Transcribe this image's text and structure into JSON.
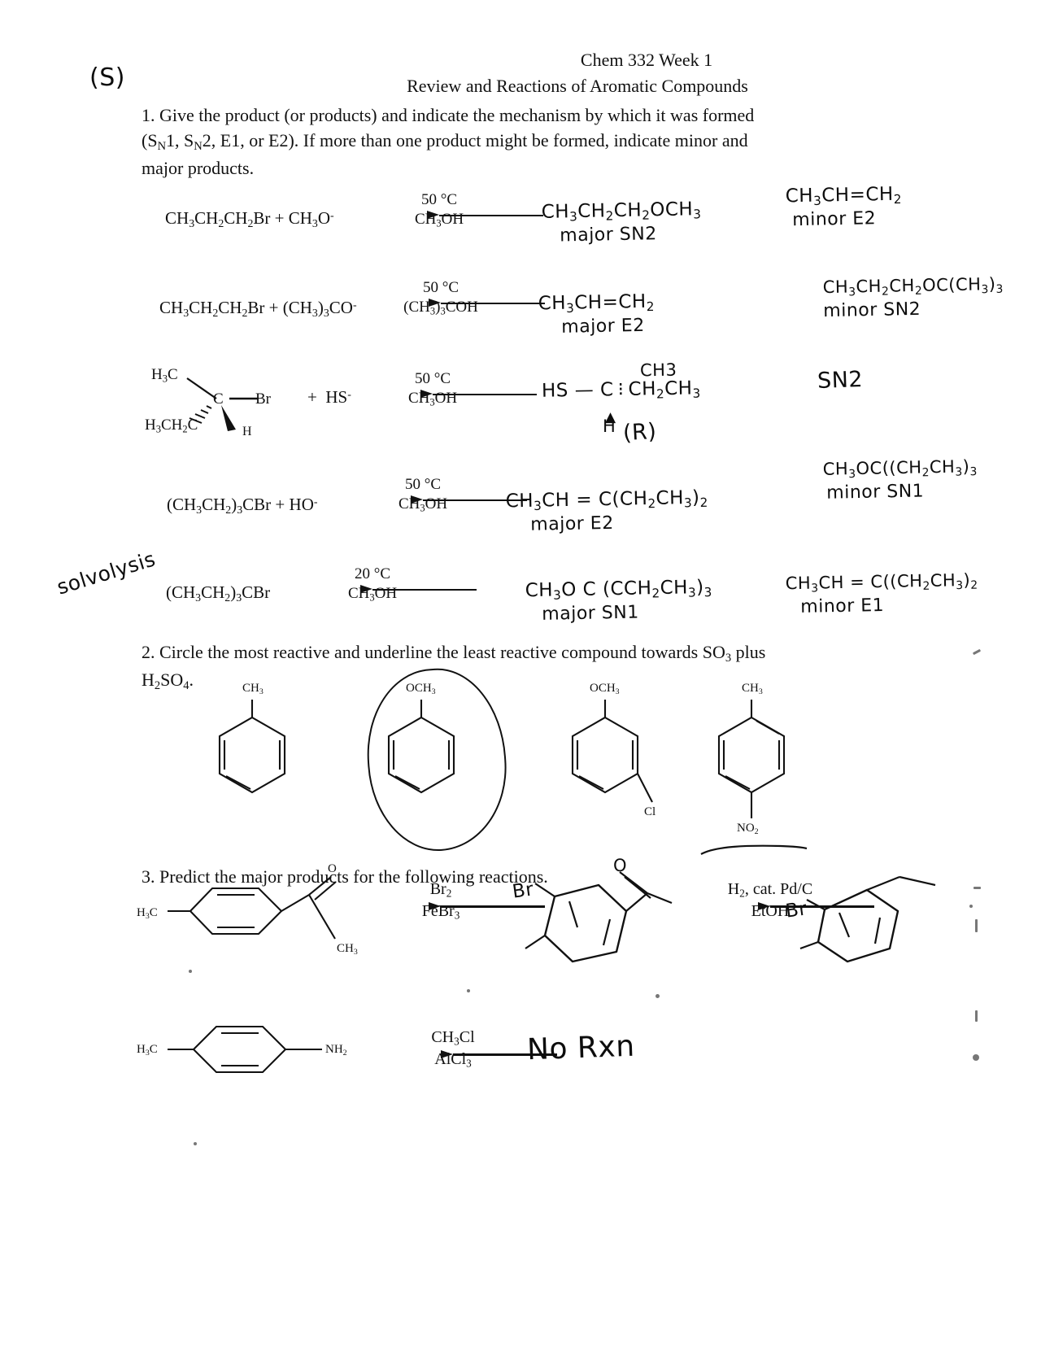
{
  "document": {
    "course_header_line1": "Chem 332 Week 1",
    "course_header_line2": "Review and Reactions of Aromatic Compounds"
  },
  "questions": [
    {
      "number": "1",
      "prompt_line1": "1. Give the product (or products) and indicate the mechanism by which it was formed",
      "prompt_line2_a": "(S",
      "prompt_line2_b": "N",
      "prompt_line2_text": "1, S",
      "prompt_line2_c": "2, E1, or E2). If more than one product might be formed, indicate minor and",
      "prompt_line3": "major products."
    },
    {
      "number": "2",
      "prompt_a": "2. Circle the most reactive and underline the least reactive compound towards SO",
      "prompt_sub1": "3",
      "prompt_b": " plus",
      "prompt_c": "H",
      "prompt_sub2": "2",
      "prompt_d": "SO",
      "prompt_sub3": "4",
      "prompt_e": "."
    },
    {
      "number": "3",
      "prompt": "3. Predict the major products for the following reactions."
    }
  ],
  "reactions_q1": [
    {
      "id": "rxn1",
      "reactant": "CH3CH2CH2Br + CH3O-",
      "reactant_display": "CH₃CH₂CH₂Br + CH₃O⁻",
      "condition_top": "50 °C",
      "condition_bottom": "CH3OH",
      "answer_major_structure": "CH3CH2CH2OCH3",
      "answer_major_label": "major SN2",
      "answer_minor_structure": "CH3CH=CH2",
      "answer_minor_label": "minor E2"
    },
    {
      "id": "rxn2",
      "reactant": "CH3CH2CH2Br + (CH3)3CO-",
      "condition_top": "50 °C",
      "condition_bottom": "(CH3)3COH",
      "answer_major_structure": "CH3CH=CH2",
      "answer_major_label": "major E2",
      "answer_minor_structure": "CH3CH2CH2OC(CH3)3",
      "answer_minor_label": "minor SN2"
    },
    {
      "id": "rxn3",
      "reactant_note": "(S)",
      "label_h3c": "H3C",
      "label_ethyl": "H3CH2C",
      "label_center": "C",
      "label_br": "Br",
      "label_h": "H",
      "plus_nucleophile": "+  HS-",
      "condition_top": "50 °C",
      "condition_bottom": "CH3OH",
      "answer_structure_line1": "CH3",
      "answer_structure_line2": "HS — C ⫺⫺ CH2CH3",
      "answer_structure_line3": "H",
      "answer_config": "(R)",
      "answer_label": "SN2"
    },
    {
      "id": "rxn4",
      "reactant": "(CH3CH2)3CBr + HO-",
      "condition_top": "50 °C",
      "condition_bottom": "CH3OH",
      "answer_major_structure": "CH3CH = C(CH2CH3)2",
      "answer_major_label": "major E2",
      "answer_minor_structure": "CH3OC((CH2CH3)3",
      "answer_minor_label": "minor SN1"
    },
    {
      "id": "rxn5",
      "annotation": "solvolysis",
      "reactant": "(CH3CH2)3CBr",
      "condition_top": "20 °C",
      "condition_bottom": "CH3OH",
      "answer_major_structure": "CH3O C (CCH2CH3)3",
      "answer_major_label": "major SN1",
      "answer_minor_structure": "CH3CH = C((CH2CH3)2",
      "answer_minor_label": "minor E1"
    }
  ],
  "compounds_q2": [
    {
      "id": "cmpd1",
      "substituent_top": "CH3",
      "substituent_bottom": "",
      "marked": "none"
    },
    {
      "id": "cmpd2",
      "substituent_top": "OCH3",
      "substituent_bottom": "",
      "marked": "circled"
    },
    {
      "id": "cmpd3",
      "substituent_top": "OCH3",
      "substituent_bottom": "Cl",
      "marked": "none"
    },
    {
      "id": "cmpd4",
      "substituent_top": "CH3",
      "substituent_bottom": "NO2",
      "marked": "underlined"
    }
  ],
  "reactions_q3": [
    {
      "id": "q3-rxn1",
      "start_label_left": "H3C",
      "start_label_ketone_o": "O",
      "start_label_ketone_ch3": "CH3",
      "condition_top": "Br2",
      "condition_bottom": "FeBr3",
      "answer_br_label": "Br"
    },
    {
      "id": "q3-rxn2",
      "condition_top": "H2, cat. Pd/C",
      "condition_bottom": "EtOH",
      "answer_br_label": "Br"
    },
    {
      "id": "q3-rxn3",
      "start_label_left": "H3C",
      "start_label_right": "NH2",
      "condition_top": "CH3Cl",
      "condition_bottom": "AlCl3",
      "answer": "No Rxn"
    }
  ],
  "colors": {
    "ink": "#111111",
    "handwriting": "#0d0d0d",
    "page": "#ffffff"
  }
}
